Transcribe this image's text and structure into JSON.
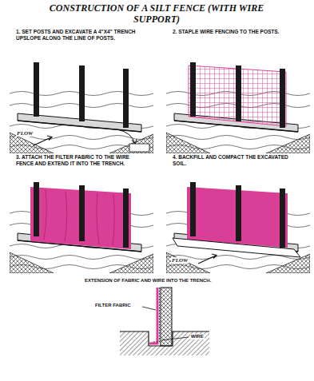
{
  "diagram": {
    "title": "CONSTRUCTION OF A SILT FENCE (WITH WIRE SUPPORT)",
    "labels": [
      "1. SET POSTS AND EXCAVATE A 4\"X4\" TRENCH UPSLOPE ALONG THE LINE OF POSTS.",
      "FLOW",
      "2. STAPLE WIRE FENCING TO THE POSTS.",
      "3. ATTACH THE FILTER FABRIC TO THE WIRE FENCE AND EXTEND IT INTO THE TRENCH.",
      "4. BACKFILL AND COMPACT THE EXCAVATED SOIL.",
      "FLOW",
      "EXTENSION OF FABRIC AND WIRE INTO THE TRENCH.",
      "FILTER FABRIC",
      "WIRE"
    ]
  }
}
